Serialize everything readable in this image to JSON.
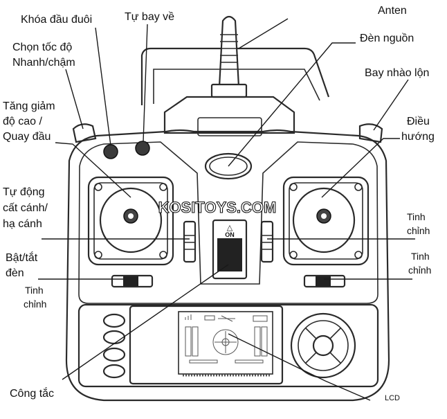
{
  "labels": {
    "khoa_dau_duoi": "Khóa đầu đuôi",
    "tu_bay_ve": "Tự bay về",
    "anten": "Anten",
    "den_nguon": "Đèn nguồn",
    "chon_toc_do_1": "Chọn tốc độ",
    "chon_toc_do_2": "Nhanh/chậm",
    "bay_nhao_lon": "Bay nhào lộn",
    "tang_giam_1": "Tăng giảm",
    "tang_giam_2": "độ cao /",
    "tang_giam_3": "Quay đầu",
    "dieu_huong_1": "Điều",
    "dieu_huong_2": "hướng",
    "tu_dong_1": "Tự động",
    "tu_dong_2": "cất cánh/",
    "tu_dong_3": "hạ cánh",
    "tinh_chinh_r1_1": "Tinh",
    "tinh_chinh_r1_2": "chỉnh",
    "bat_tat_1": "Bật/tắt",
    "bat_tat_2": "đèn",
    "tinh_chinh_r2_1": "Tinh",
    "tinh_chinh_r2_2": "chỉnh",
    "tinh_chinh_l_1": "Tinh",
    "tinh_chinh_l_2": "chỉnh",
    "cong_tac": "Công tắc",
    "lcd": "LCD"
  },
  "watermark": "KOSITOYS.COM",
  "switch_text": {
    "arrow": "△",
    "on": "ON"
  },
  "colors": {
    "ink": "#111111",
    "outline": "#2a2a2a",
    "background": "#ffffff",
    "switch_fill": "#222222"
  }
}
